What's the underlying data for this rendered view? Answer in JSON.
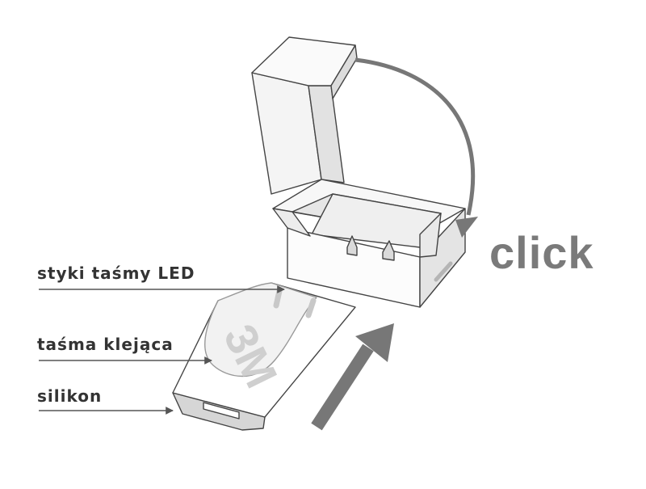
{
  "labels": {
    "contacts": "styki taśmy LED",
    "tape": "taśma klejąca",
    "silicone": "silikon"
  },
  "action": {
    "click": "click"
  },
  "tape_brand": "3M",
  "colors": {
    "text": "#333333",
    "arrow": "#777777",
    "click_text": "#7a7a7a",
    "outline": "#444444",
    "silicone_fill": "#d6d6d6",
    "brand_mark": "#cfcfcf"
  }
}
